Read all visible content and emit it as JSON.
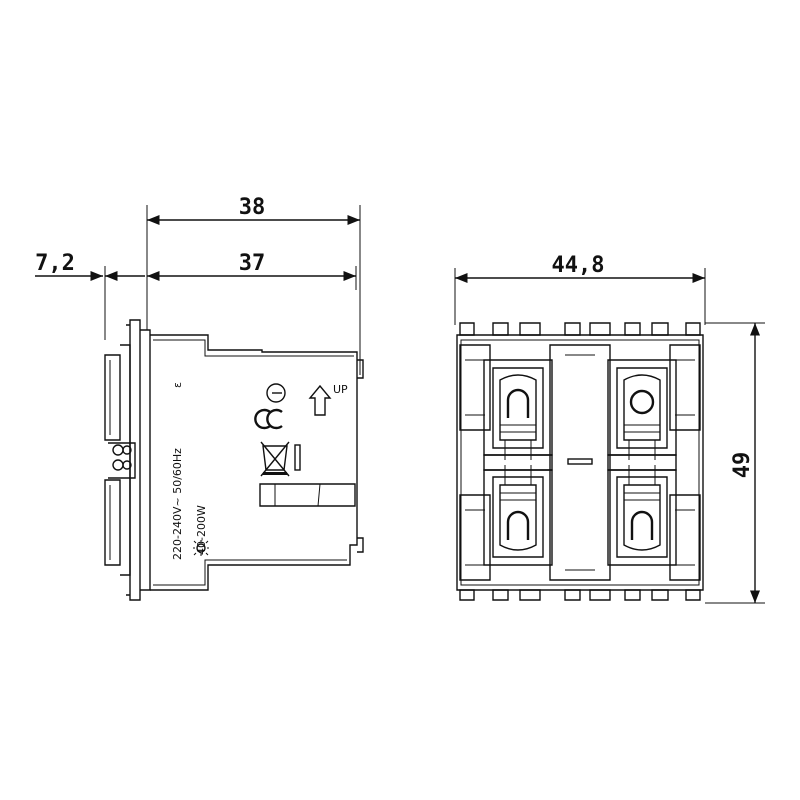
{
  "dimensions": {
    "overall_depth": "38",
    "body_depth": "37",
    "front_offset": "7,2",
    "width": "44,8",
    "height": "49"
  },
  "side_markings": {
    "voltage": "220-240V~ 50/60Hz",
    "load": "40-200W",
    "up_label": "UP",
    "symbol_epsilon": "ε"
  },
  "colors": {
    "line": "#111111",
    "background": "#ffffff"
  }
}
